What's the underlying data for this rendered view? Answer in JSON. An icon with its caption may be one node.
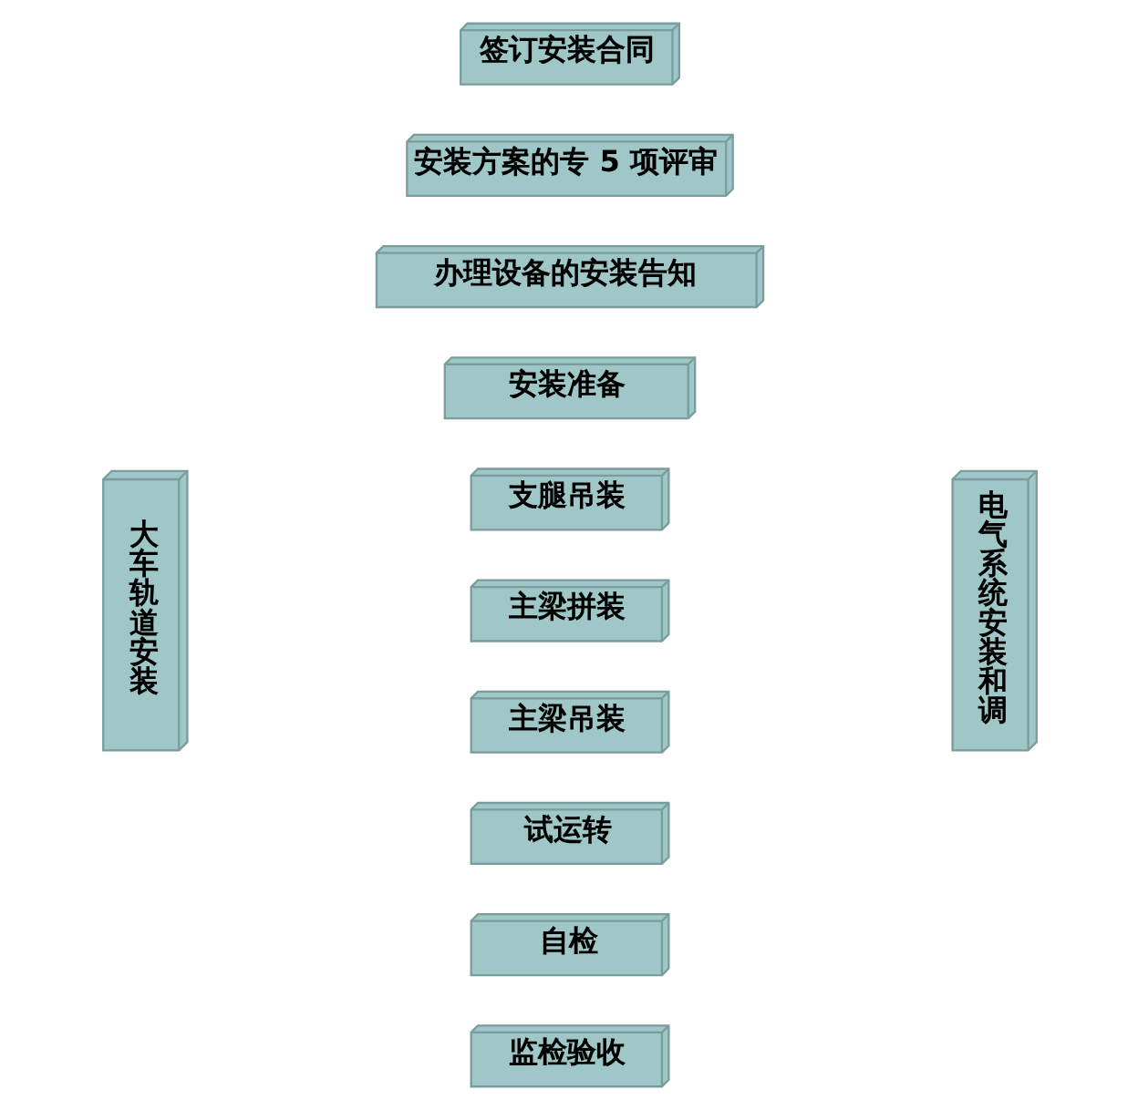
{
  "diagram": {
    "nodes": [
      {
        "text": [
          "签订安装合同"
        ]
      },
      {
        "text": [
          "安装方案的专 5 项评审"
        ]
      },
      {
        "text": [
          "办理设备的安装告知"
        ]
      },
      {
        "text": [
          "安装准备"
        ]
      },
      {
        "text": [
          "大车轨道安装"
        ]
      },
      {
        "text": [
          "支腿吊装"
        ]
      },
      {
        "text": [
          "电气系统安装和调"
        ]
      },
      {
        "text": [
          "主梁拼装"
        ]
      },
      {
        "text": [
          "主梁吊装"
        ]
      },
      {
        "text": [
          "试运转"
        ]
      },
      {
        "text": [
          "自检"
        ]
      },
      {
        "text": [
          "监检验收"
        ]
      }
    ]
  }
}
